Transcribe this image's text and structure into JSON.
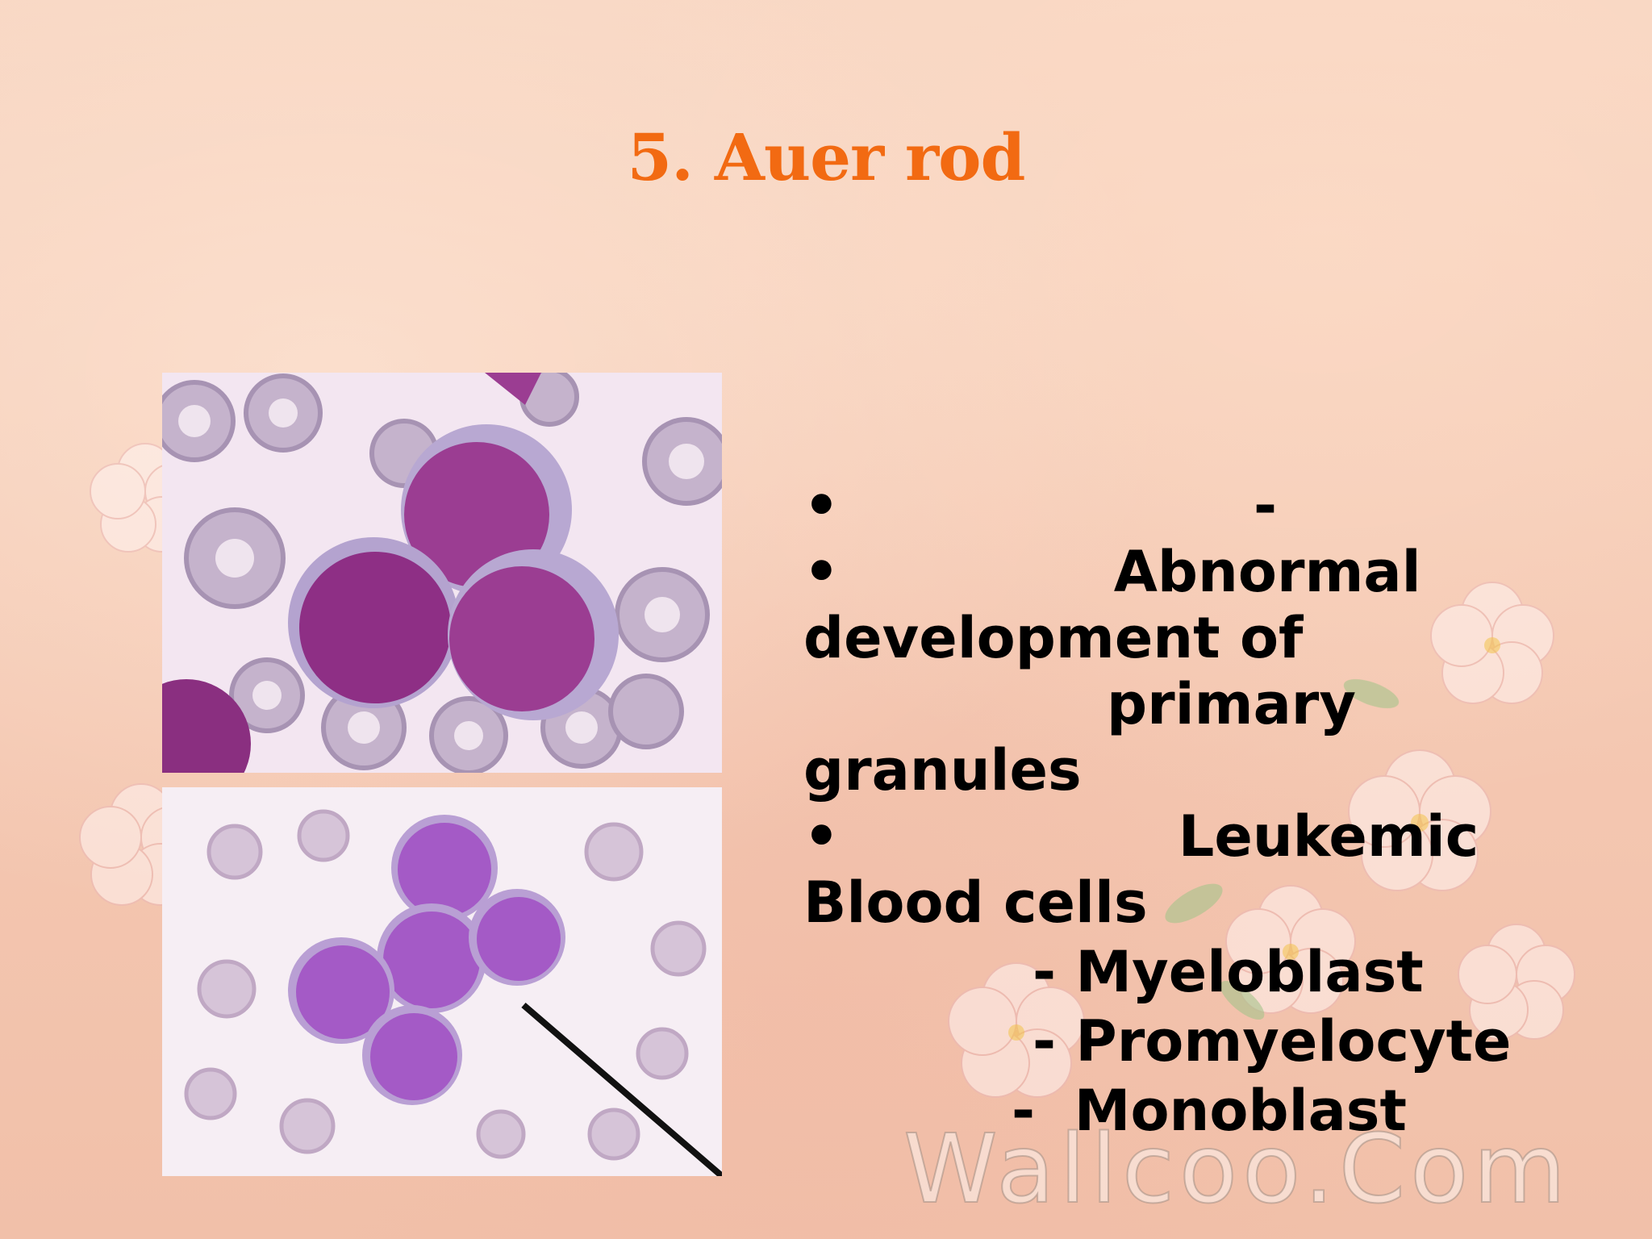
{
  "slide": {
    "title": "5. Auer rod",
    "bullets": {
      "bullet_char": "•",
      "b1_dash": "-",
      "b2_line1": "Abnormal",
      "b2_line2": "development of",
      "b2_line3": "primary",
      "b2_line4": "granules",
      "b3_line1": "Leukemic",
      "b3_line2": "Blood cells",
      "sub1": "- Myeloblast",
      "sub2": "- Promyelocyte",
      "sub3": "-  Monoblast"
    },
    "watermark": "Wallcoo.Com"
  },
  "colors": {
    "title": "#f26a12",
    "background": "#f7cfb9",
    "text": "#000000",
    "nucleus": "#9b3d92",
    "rbc": "#b9a3c2"
  },
  "images": {
    "top": "micrograph-blast-cells",
    "bottom": "micrograph-blast-cluster-with-pointer"
  }
}
